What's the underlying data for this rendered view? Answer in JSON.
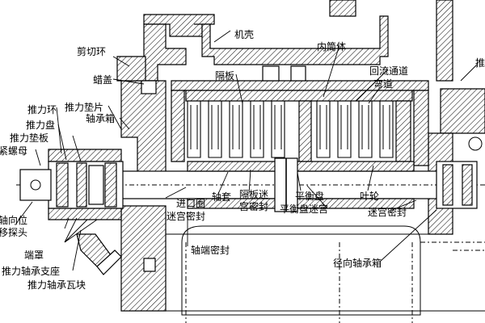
{
  "labels": {
    "casing": "机壳",
    "shear_ring": "剪切环",
    "cover": "蜡盖",
    "thrust_pad": "推力垫片",
    "bearing_box": "轴承箱",
    "thrust_ring": "推力环",
    "thrust_disc": "推力盘",
    "thrust_plate": "推力垫板",
    "lock_nut": "紧螺母",
    "axial_probe_line1": "轴向位",
    "axial_probe_line2": "移探头",
    "end_cover": "端罩",
    "thrust_bearing_seat": "推力轴承支座",
    "thrust_shoe": "推力轴承瓦块",
    "partition": "隔板",
    "inner_cylinder": "内筒体",
    "return_channel": "回流通道",
    "bend": "弯道",
    "inlet_ring": "进口圈",
    "labyrinth_seal": "迷宫密封",
    "shaft_sleeve": "轴套",
    "partition_seal_line1": "隔板迷",
    "partition_seal_line2": "宫密封",
    "balance_disc": "平衡盘",
    "balance_labyrinth": "平衡盘迷宫",
    "impeller": "叶轮",
    "labyrinth_seal_right": "迷宫密封",
    "shaft_end_seal": "轴端密封",
    "radial_bearing_box": "径向轴承箱",
    "right_edge": "推"
  }
}
